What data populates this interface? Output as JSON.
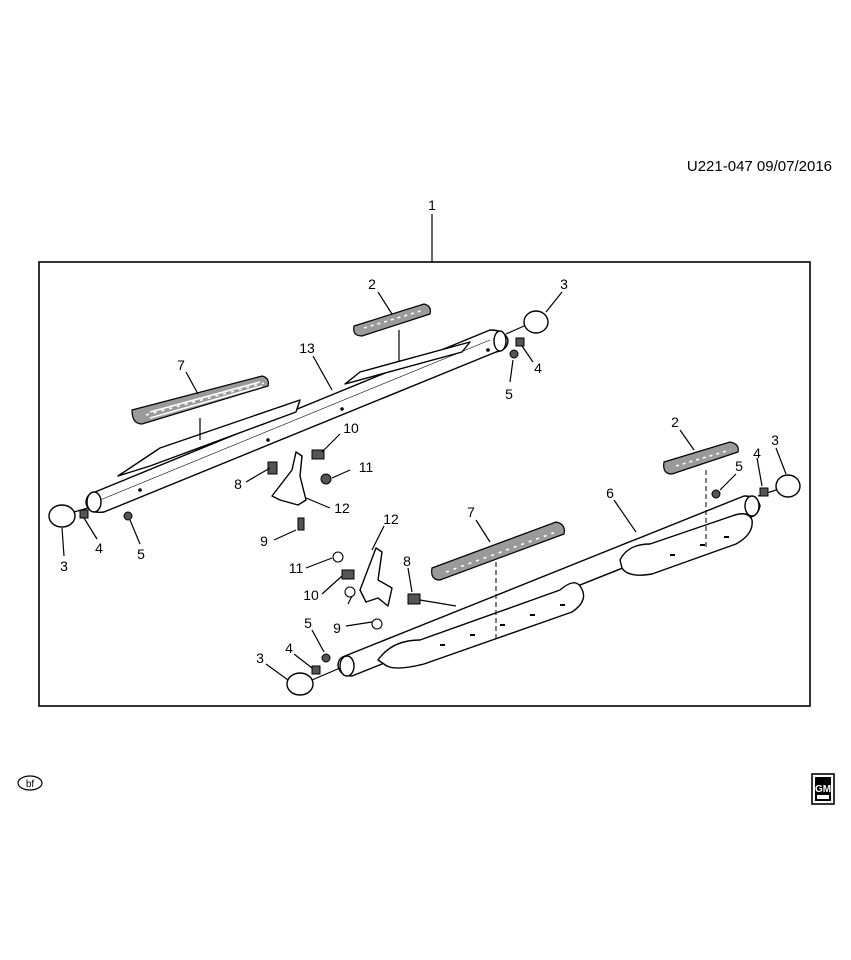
{
  "reference": "U221-047  09/07/2016",
  "corner_label": "bf",
  "logo_text": "GM",
  "callouts": [
    {
      "id": "c1",
      "text": "1"
    },
    {
      "id": "c2a",
      "text": "2"
    },
    {
      "id": "c3a",
      "text": "3"
    },
    {
      "id": "c4a",
      "text": "4"
    },
    {
      "id": "c5a",
      "text": "5"
    },
    {
      "id": "c13",
      "text": "13"
    },
    {
      "id": "c7a",
      "text": "7"
    },
    {
      "id": "c10a",
      "text": "10"
    },
    {
      "id": "c11a",
      "text": "11"
    },
    {
      "id": "c8a",
      "text": "8"
    },
    {
      "id": "c12a",
      "text": "12"
    },
    {
      "id": "c9a",
      "text": "9"
    },
    {
      "id": "c3b",
      "text": "3"
    },
    {
      "id": "c4b",
      "text": "4"
    },
    {
      "id": "c5b",
      "text": "5"
    },
    {
      "id": "c2b",
      "text": "2"
    },
    {
      "id": "c3c",
      "text": "3"
    },
    {
      "id": "c4c",
      "text": "4"
    },
    {
      "id": "c5c",
      "text": "5"
    },
    {
      "id": "c6",
      "text": "6"
    },
    {
      "id": "c7b",
      "text": "7"
    },
    {
      "id": "c12b",
      "text": "12"
    },
    {
      "id": "c8b",
      "text": "8"
    },
    {
      "id": "c11b",
      "text": "11"
    },
    {
      "id": "c10b",
      "text": "10"
    },
    {
      "id": "c9b",
      "text": "9"
    },
    {
      "id": "c5d",
      "text": "5"
    },
    {
      "id": "c4d",
      "text": "4"
    },
    {
      "id": "c3d",
      "text": "3"
    }
  ]
}
